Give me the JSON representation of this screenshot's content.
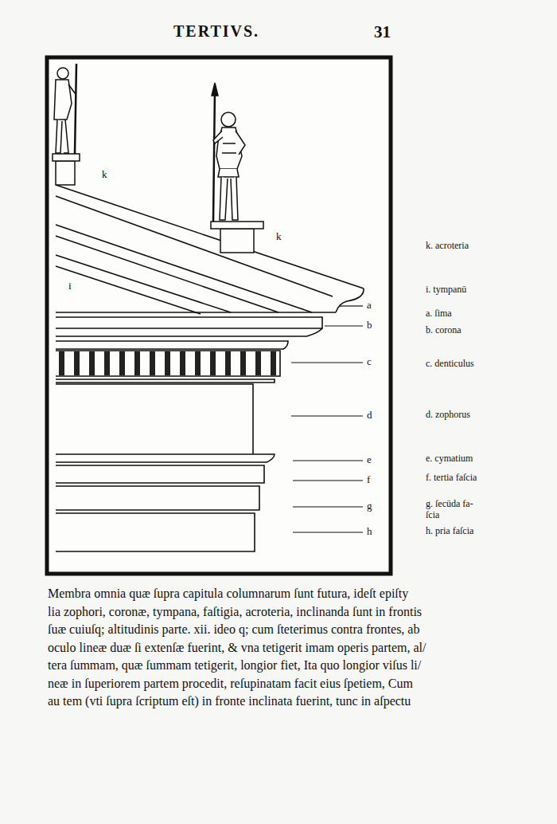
{
  "diagram": {
    "title": "TERTIVS.",
    "labels": [
      "31",
      "k",
      "k",
      "i",
      "a",
      "b",
      "c",
      "d",
      "e",
      "f",
      "g",
      "h",
      "k. acroteria",
      "i. tympanū",
      "a. ſima",
      "b. corona",
      "c. denticulus",
      "d. zophorus",
      "e. cymatium",
      "f. tertia faſcia",
      "g. ſecūda fa- ſcia",
      "h. pria faſcia",
      "Membra omnia quæ ſupra capitula columnarum ſunt futura, ideſt epiſty",
      "lia zophori, coronæ, tympana, faſtigia, acroteria, inclinanda ſunt in frontis",
      "ſuæ cuiuſq; altitudinis parte. xii. ideo q; cum ſteterimus contra frontes, ab",
      "oculo lineæ duæ ſi extenſæ fuerint, & vna tetigerit imam operis partem, al/",
      "tera ſummam, quæ ſummam tetigerit, longior fiet, Ita quo longior viſus li/",
      "neæ in ſuperiorem partem procedit, reſupinatam facit eius ſpetiem, Cum",
      "au tem (vti ſupra ſcriptum eſt) in fronte inclinata fuerint, tunc in aſpectu"
    ]
  }
}
